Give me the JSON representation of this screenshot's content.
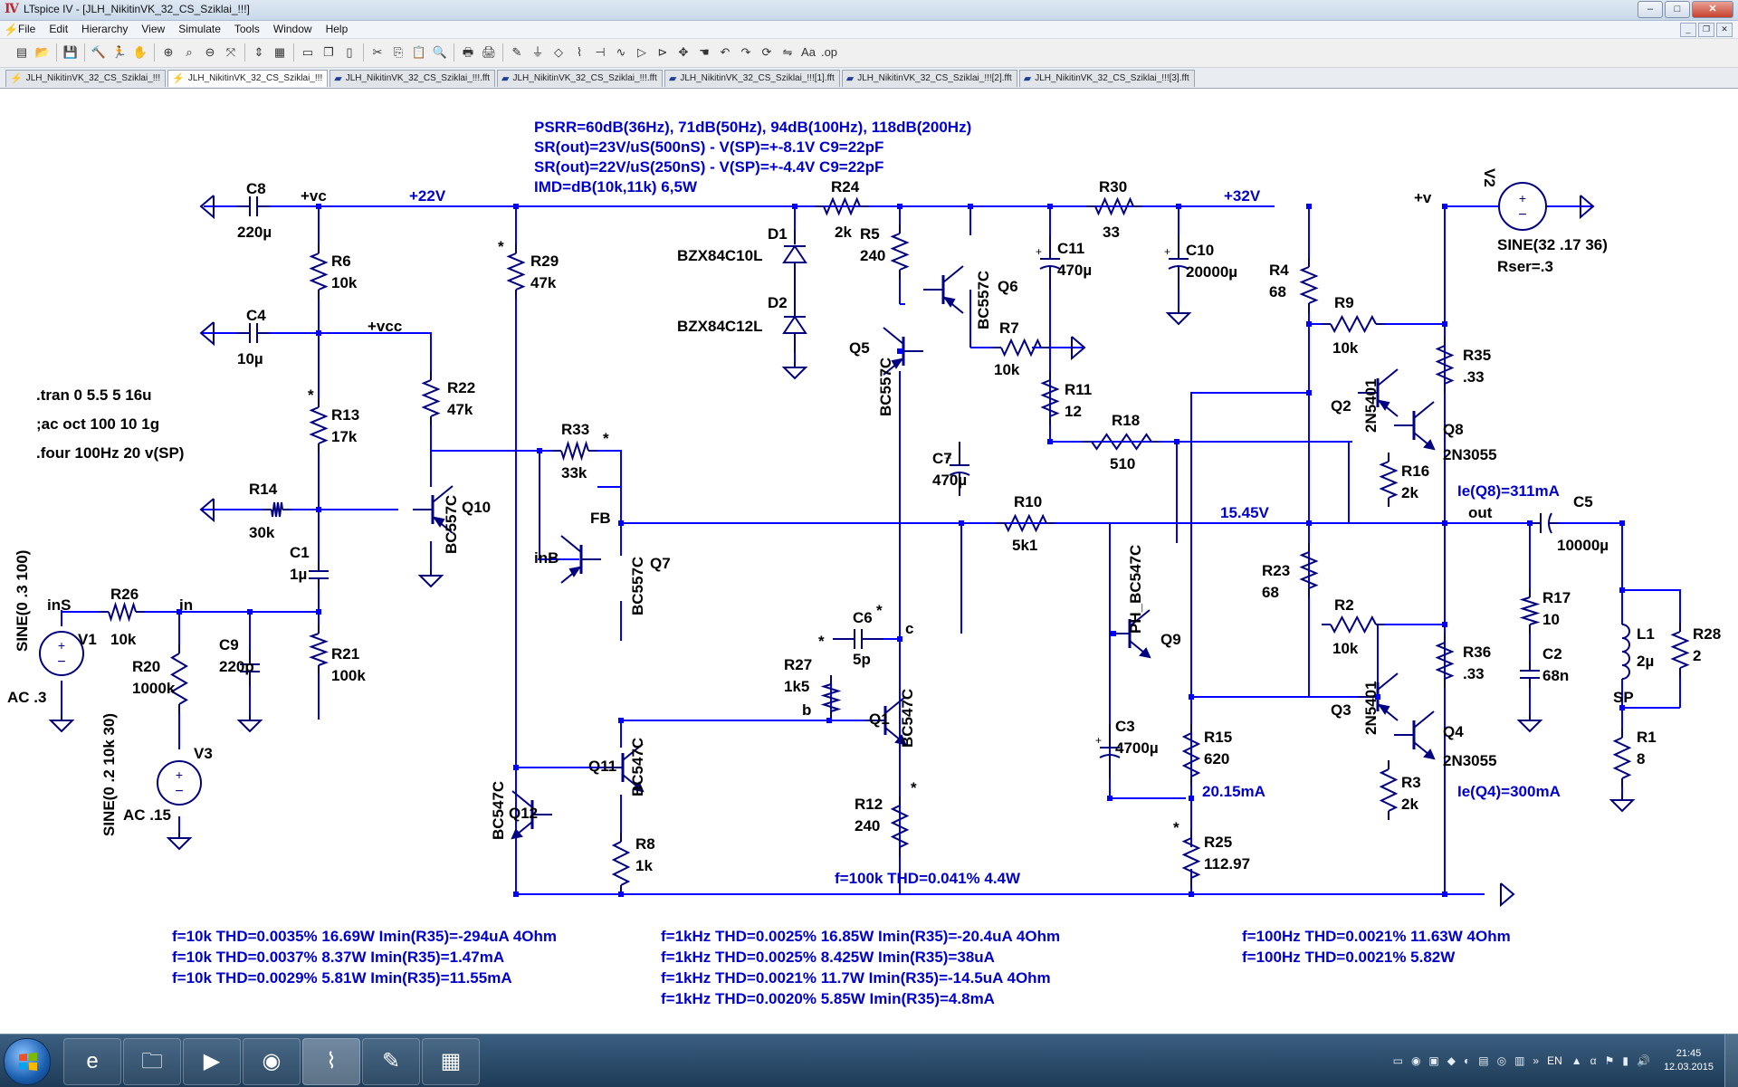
{
  "window": {
    "title": "LTspice IV - [JLH_NikitinVK_32_CS_Sziklai_!!!]",
    "app_icon": "ltspice-icon"
  },
  "title_buttons": {
    "minimize": "–",
    "maximize": "□",
    "close": "✕"
  },
  "menu": [
    "File",
    "Edit",
    "Hierarchy",
    "View",
    "Simulate",
    "Tools",
    "Window",
    "Help"
  ],
  "mdi_buttons": {
    "minimize": "_",
    "restore": "❐",
    "close": "✕"
  },
  "toolbar": [
    {
      "icon": "new-schematic-icon",
      "glyph": "▤"
    },
    {
      "icon": "open-icon",
      "glyph": "📂"
    },
    {
      "sep": true
    },
    {
      "icon": "save-icon",
      "glyph": "💾"
    },
    {
      "sep": true
    },
    {
      "icon": "control-panel-icon",
      "glyph": "🔨"
    },
    {
      "icon": "run-icon",
      "glyph": "🏃"
    },
    {
      "icon": "halt-icon",
      "glyph": "✋"
    },
    {
      "sep": true
    },
    {
      "icon": "zoom-in-icon",
      "glyph": "⊕"
    },
    {
      "icon": "zoom-pan-icon",
      "glyph": "⌕"
    },
    {
      "icon": "zoom-out-icon",
      "glyph": "⊖"
    },
    {
      "icon": "zoom-fit-icon",
      "glyph": "⤧"
    },
    {
      "sep": true
    },
    {
      "icon": "autorange-icon",
      "glyph": "⇕"
    },
    {
      "icon": "grid-icon",
      "glyph": "▦"
    },
    {
      "sep": true
    },
    {
      "icon": "tile-horizontal-icon",
      "glyph": "▭"
    },
    {
      "icon": "cascade-icon",
      "glyph": "❐"
    },
    {
      "icon": "tile-vertical-icon",
      "glyph": "▯"
    },
    {
      "sep": true
    },
    {
      "icon": "cut-icon",
      "glyph": "✂"
    },
    {
      "icon": "copy-icon",
      "glyph": "⎘"
    },
    {
      "icon": "paste-icon",
      "glyph": "📋"
    },
    {
      "icon": "find-icon",
      "glyph": "🔍"
    },
    {
      "sep": true
    },
    {
      "icon": "print-preview-icon",
      "glyph": "🖶"
    },
    {
      "icon": "print-icon",
      "glyph": "🖨"
    },
    {
      "sep": true
    },
    {
      "icon": "wire-icon",
      "glyph": "✎"
    },
    {
      "icon": "ground-icon",
      "glyph": "⏚"
    },
    {
      "icon": "label-net-icon",
      "glyph": "◇"
    },
    {
      "icon": "resistor-icon",
      "glyph": "⌇"
    },
    {
      "icon": "capacitor-icon",
      "glyph": "⊣"
    },
    {
      "icon": "inductor-icon",
      "glyph": "∿"
    },
    {
      "icon": "diode-icon",
      "glyph": "▷"
    },
    {
      "icon": "component-icon",
      "glyph": "⊳"
    },
    {
      "icon": "move-icon",
      "glyph": "✥"
    },
    {
      "icon": "drag-icon",
      "glyph": "☚"
    },
    {
      "icon": "undo-icon",
      "glyph": "↶"
    },
    {
      "icon": "redo-icon",
      "glyph": "↷"
    },
    {
      "icon": "rotate-icon",
      "glyph": "⟳"
    },
    {
      "icon": "mirror-icon",
      "glyph": "⇋"
    },
    {
      "icon": "text-icon",
      "glyph": "Aa"
    },
    {
      "icon": "spice-directive-icon",
      "glyph": ".op"
    }
  ],
  "tabs": [
    {
      "label": "JLH_NikitinVK_32_CS_Sziklai_!!!",
      "active": false
    },
    {
      "label": "JLH_NikitinVK_32_CS_Sziklai_!!!",
      "active": true
    },
    {
      "label": "JLH_NikitinVK_32_CS_Sziklai_!!!.fft",
      "active": false
    },
    {
      "label": "JLH_NikitinVK_32_CS_Sziklai_!!!.fft",
      "active": false
    },
    {
      "label": "JLH_NikitinVK_32_CS_Sziklai_!!![1].fft",
      "active": false
    },
    {
      "label": "JLH_NikitinVK_32_CS_Sziklai_!!![2].fft",
      "active": false
    },
    {
      "label": "JLH_NikitinVK_32_CS_Sziklai_!!![3].fft",
      "active": false
    }
  ],
  "colors": {
    "wire": "#0000ff",
    "comp": "#000080",
    "text": "#000000",
    "note": "#0000cc",
    "canvas": "#ffffff"
  },
  "notes": {
    "header": [
      "PSRR=60dB(36Hz), 71dB(50Hz), 94dB(100Hz), 118dB(200Hz)",
      "SR(out)=23V/uS(500nS)   - V(SP)=+-8.1V     C9=22pF",
      "SR(out)=22V/uS(250nS)   - V(SP)=+-4.4V     C9=22pF",
      "IMD=dB(10k,11k)  6,5W"
    ],
    "net_22v": "+22V",
    "net_32v": "+32V",
    "net_1545": "15.45V",
    "ie_q8": "Ie(Q8)=311mA",
    "ie_q4": "Ie(Q4)=300mA",
    "i_r15": "20.15mA",
    "thd_main": "f=100k  THD=0.041%   4.4W",
    "table_10k": [
      "f=10k  THD=0.0035%   16.69W Imin(R35)=-294uA  4Ohm",
      "f=10k  THD=0.0037%   8.37W Imin(R35)=1.47mA",
      "f=10k  THD=0.0029%   5.81W Imin(R35)=11.55mA"
    ],
    "table_1k": [
      "f=1kHz  THD=0.0025%   16.85W  Imin(R35)=-20.4uA  4Ohm",
      "f=1kHz  THD=0.0025%   8.425W  Imin(R35)=38uA",
      "f=1kHz  THD=0.0021%   11.7W  Imin(R35)=-14.5uA  4Ohm",
      "f=1kHz  THD=0.0020%   5.85W  Imin(R35)=4.8mA"
    ],
    "table_100": [
      "f=100Hz THD=0.0021%   11.63W  4Ohm",
      "f=100Hz THD=0.0021%   5.82W"
    ]
  },
  "directives": [
    ".tran 0 5.5 5 16u",
    ";ac oct 100 10 1g",
    ".four 100Hz 20 v(SP)"
  ],
  "nets": {
    "vc": "+vc",
    "vcc": "+vcc",
    "v": "+v",
    "fb": "FB",
    "inb": "inB",
    "c": "c",
    "b": "b",
    "out": "out",
    "sp": "SP",
    "ins": "inS",
    "in": "in"
  },
  "resistors": {
    "R6": "10k",
    "R13": "17k",
    "R14": "30k",
    "R21": "100k",
    "R22": "47k",
    "R26": "10k",
    "R20": "1000k",
    "R29": "47k",
    "R33": "33k",
    "R8": "1k",
    "R27": "1k5",
    "R12": "240",
    "R24": "2k",
    "R5": "240",
    "R7": "10k",
    "R11": "12",
    "R18": "510",
    "R10": "5k1",
    "R30": "33",
    "R4": "68",
    "R9": "10k",
    "R35": ".33",
    "R16": "2k",
    "R23": "68",
    "R2": "10k",
    "R36": ".33",
    "R3": "2k",
    "R15": "620",
    "R25": "112.97",
    "R17": "10",
    "R28": "2",
    "R1": "8"
  },
  "capacitors": {
    "C8": "220µ",
    "C4": "10µ",
    "C1": "1µ",
    "C9": "220p",
    "C6": "5p",
    "C7": "470µ",
    "C11": "470µ",
    "C10": "20000µ",
    "C3": "4700µ",
    "C5": "10000µ",
    "C2": "68n"
  },
  "inductors": {
    "L1": "2µ"
  },
  "diodes": {
    "D1": "BZX84C10L",
    "D2": "BZX84C12L"
  },
  "transistors": {
    "Q10": "BC557C",
    "Q7": "BC557C",
    "Q11": "BC547C",
    "Q12": "BC547C",
    "Q1": "BC547C",
    "Q5": "BC557C",
    "Q6": "BC557C",
    "Q9": "PH_BC547C",
    "Q2": "2N5401",
    "Q3": "2N5401",
    "Q8": "2N3055",
    "Q4": "2N3055"
  },
  "sources": {
    "V1": {
      "name": "V1",
      "line1": "SINE(0 .3 100)",
      "line2": "AC .3"
    },
    "V3": {
      "name": "V3",
      "line1": "SINE(0 .2 10k 30)",
      "line2": "AC .15"
    },
    "V2": {
      "name": "V2",
      "line1": "SINE(32 .17 36)",
      "line2": "Rser=.3"
    }
  },
  "taskbar": {
    "apps": [
      {
        "icon": "ie-icon",
        "glyph": "e"
      },
      {
        "icon": "explorer-icon",
        "glyph": "🗀"
      },
      {
        "icon": "media-player-icon",
        "glyph": "▶"
      },
      {
        "icon": "firefox-icon",
        "glyph": "◉"
      },
      {
        "icon": "ltspice-task-icon",
        "glyph": "⌇"
      },
      {
        "icon": "paint-icon",
        "glyph": "✎"
      },
      {
        "icon": "calculator-icon",
        "glyph": "▦"
      }
    ],
    "active_index": 4,
    "lang": "EN",
    "time": "21:45",
    "date": "12.03.2015"
  }
}
